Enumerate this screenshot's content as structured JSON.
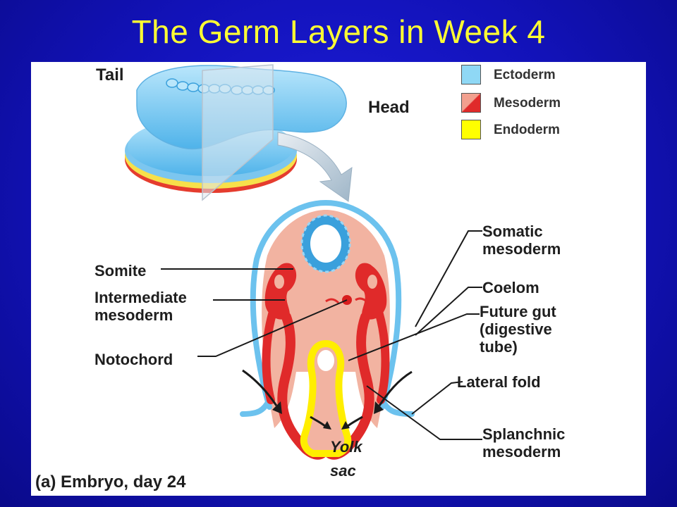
{
  "title": "The Germ Layers in Week 4",
  "legend": [
    {
      "label": "Ectoderm",
      "color": "#8fd8f5"
    },
    {
      "label": "Mesoderm",
      "color": "#e02a2a"
    },
    {
      "label": "Endoderm",
      "color": "#ffff00"
    }
  ],
  "labels": {
    "tail": "Tail",
    "head": "Head",
    "somite": "Somite",
    "intermediate_mesoderm": "Intermediate\nmesoderm",
    "notochord": "Notochord",
    "somatic_mesoderm": "Somatic\nmesoderm",
    "coelom": "Coelom",
    "future_gut": "Future gut\n(digestive\ntube)",
    "lateral_fold": "Lateral fold",
    "splanchnic_mesoderm": "Splanchnic\nmesoderm",
    "yolk": "Yolk",
    "sac": "sac",
    "caption": "(a) Embryo, day 24"
  }
}
